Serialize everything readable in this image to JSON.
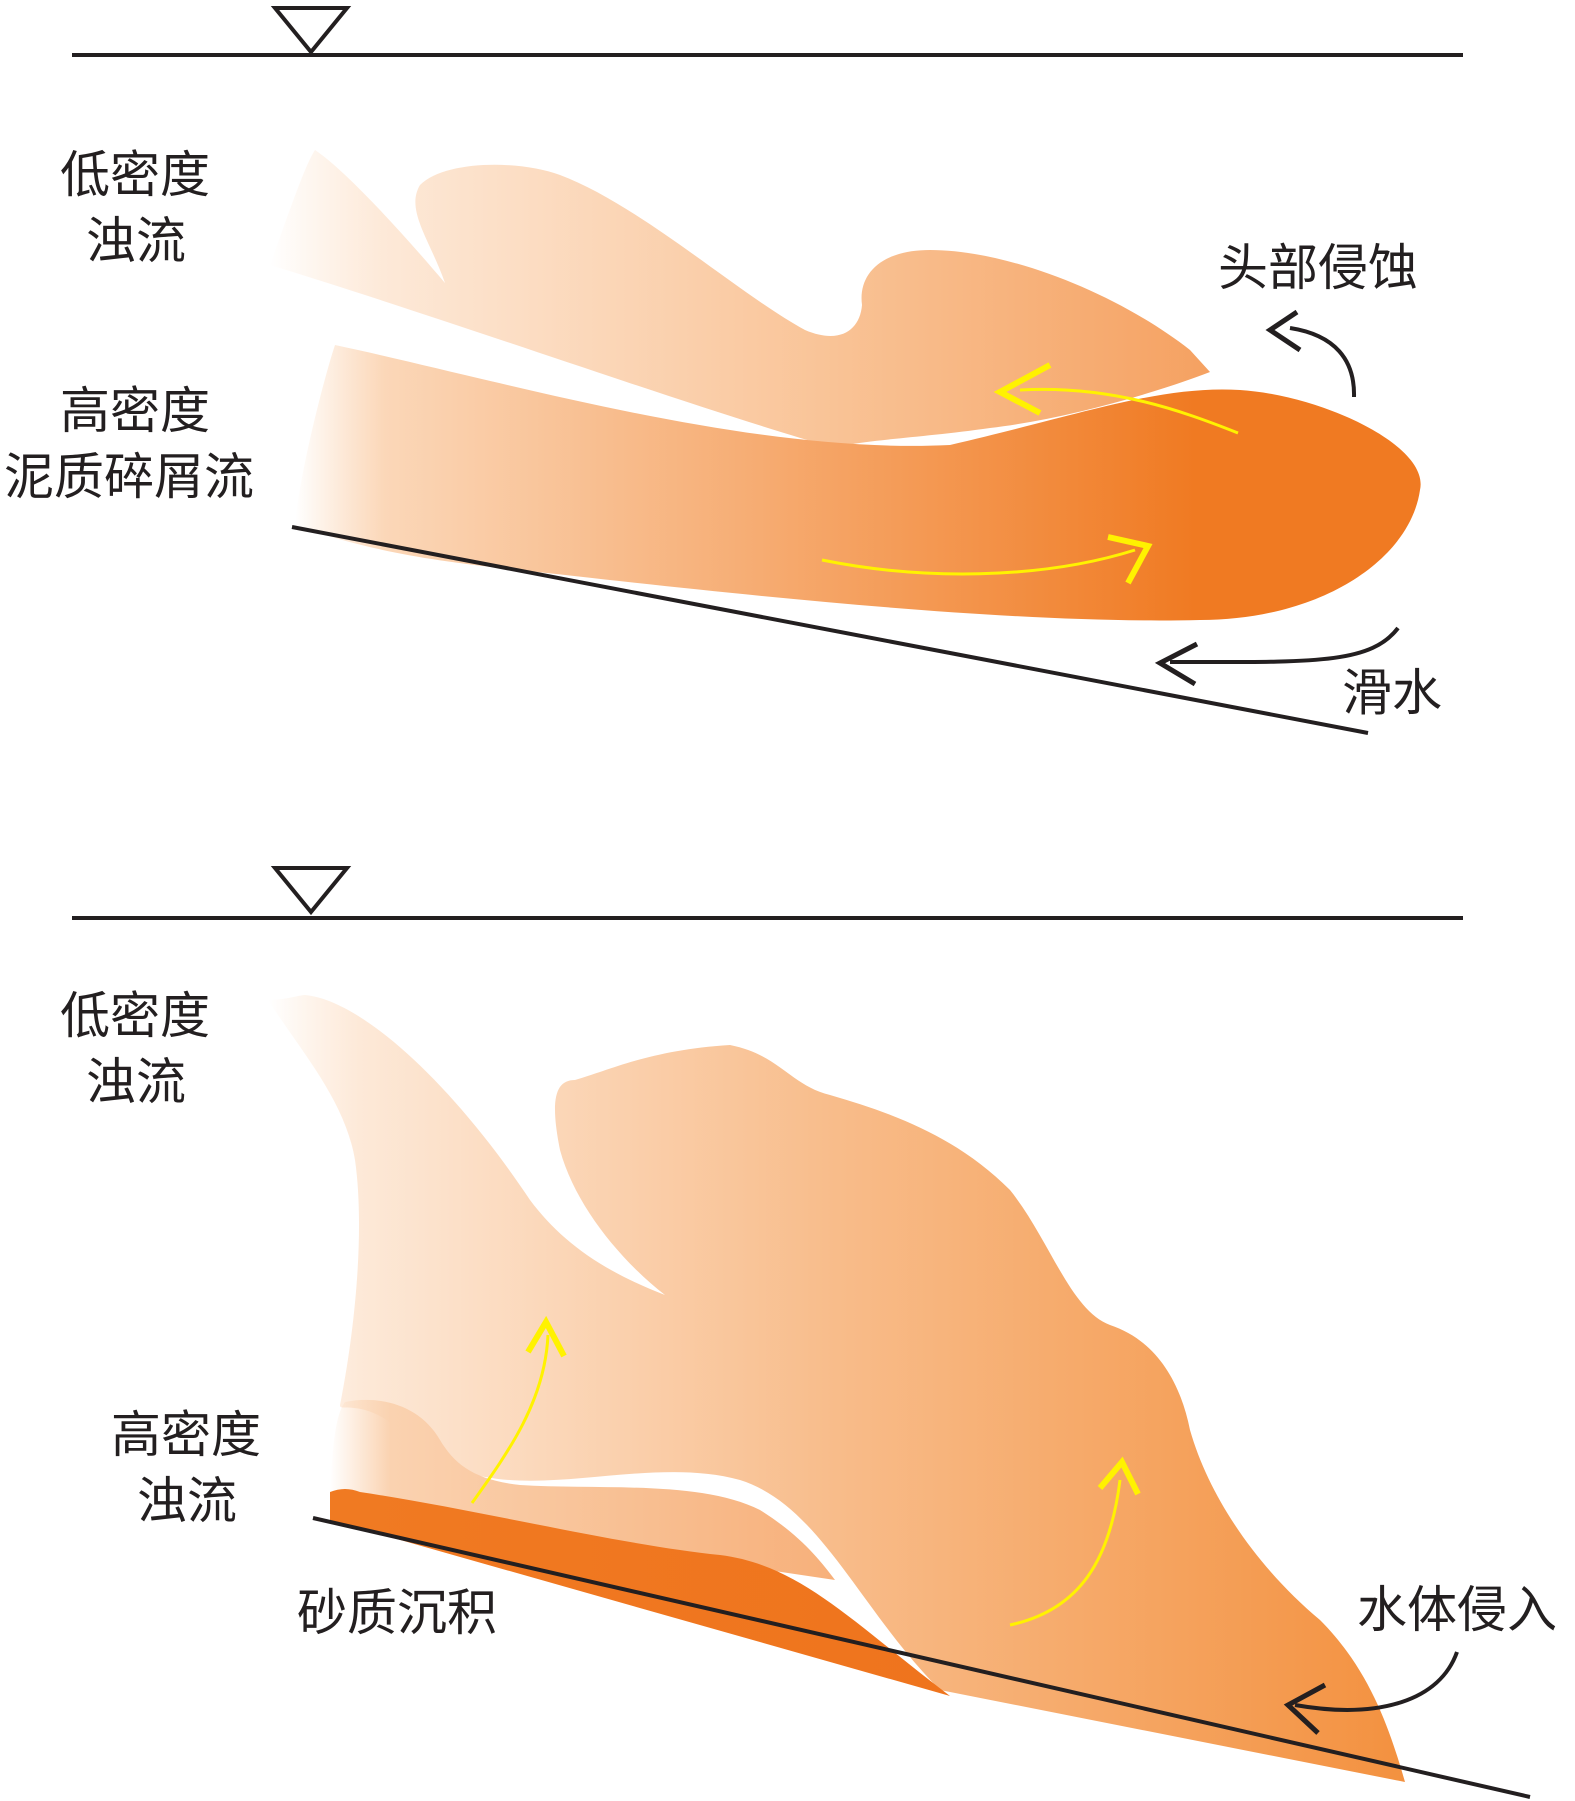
{
  "top_panel": {
    "low_density_label": [
      "低密度",
      "浊流"
    ],
    "high_density_label": [
      "高密度",
      "泥质碎屑流"
    ],
    "head_erosion_label": "头部侵蚀",
    "hydroplaning_label": "滑水"
  },
  "bottom_panel": {
    "low_density_label": [
      "低密度",
      "浊流"
    ],
    "high_density_label": [
      "高密度",
      "浊流"
    ],
    "sand_deposit_label": "砂质沉积",
    "water_intrusion_label": "水体侵入"
  },
  "colors": {
    "flow_dark": "#f07a22",
    "flow_mid": "#f6a764",
    "flow_light": "#fde6d2",
    "circulation_arrow": "#fff200",
    "line": "#231f20"
  }
}
